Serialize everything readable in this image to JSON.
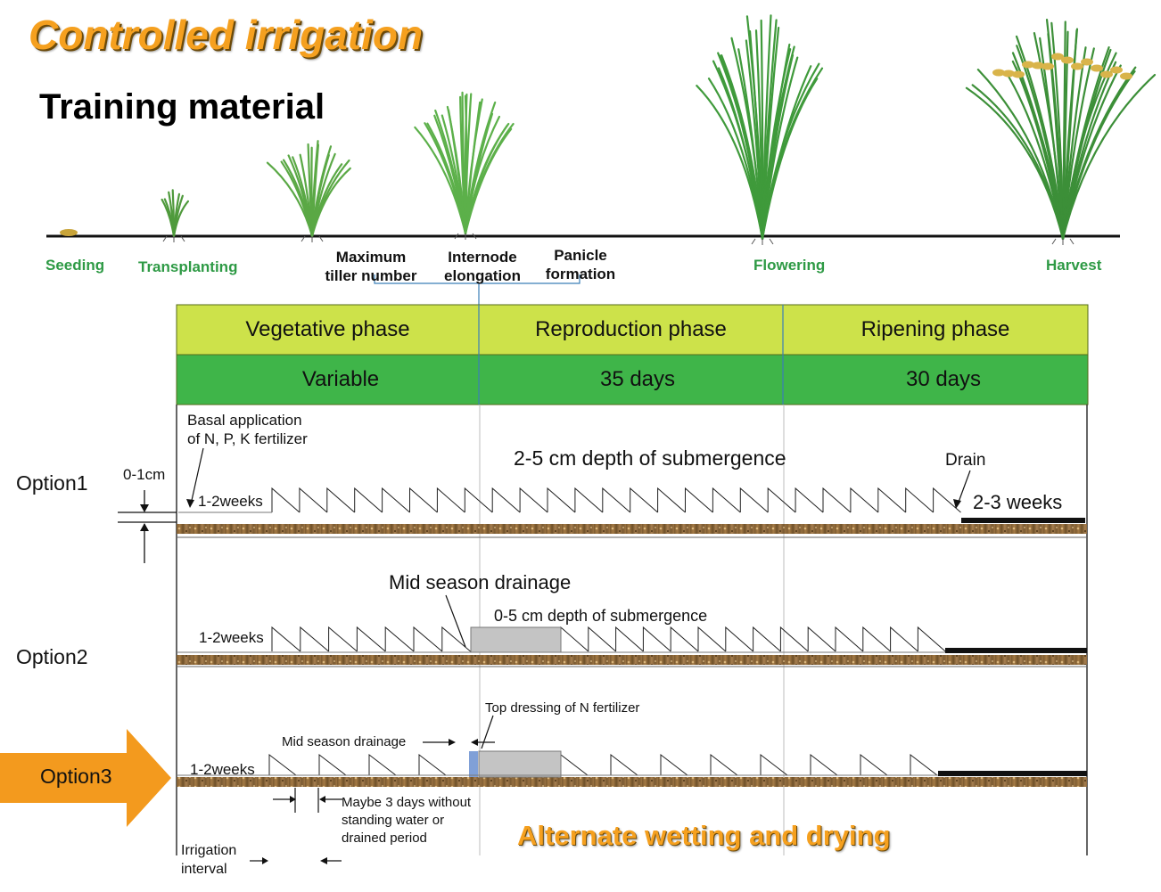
{
  "header": {
    "title": "Controlled irrigation",
    "subtitle": "Training material"
  },
  "growth_stages": {
    "seeding": "Seeding",
    "transplanting": "Transplanting",
    "max_tiller_line1": "Maximum",
    "max_tiller_line2": "tiller number",
    "internode_line1": "Internode",
    "internode_line2": "elongation",
    "panicle_line1": "Panicle",
    "panicle_line2": "formation",
    "flowering": "Flowering",
    "harvest": "Harvest"
  },
  "phases": [
    {
      "name": "Vegetative phase",
      "duration": "Variable"
    },
    {
      "name": "Reproduction phase",
      "duration": "35 days"
    },
    {
      "name": "Ripening phase",
      "duration": "30 days"
    }
  ],
  "option1": {
    "label": "Option1",
    "basal_line1": "Basal application",
    "basal_line2": "of N, P, K fertilizer",
    "depth_marker": "0-1cm",
    "initial_period": "1-2weeks",
    "submergence": "2-5 cm depth of submergence",
    "drain": "Drain",
    "drain_period": "2-3 weeks"
  },
  "option2": {
    "label": "Option2",
    "initial_period": "1-2weeks",
    "mid_season": "Mid season drainage",
    "submergence": "0-5 cm depth of submergence"
  },
  "option3": {
    "label": "Option3",
    "initial_period": "1-2weeks",
    "mid_season": "Mid season drainage",
    "top_dressing": "Top dressing of N fertilizer",
    "dry_line1": "Maybe 3 days without",
    "dry_line2": "standing water or",
    "dry_line3": "drained period",
    "irrigation_line1": "Irrigation",
    "irrigation_line2": "interval"
  },
  "footer": {
    "awd": "Alternate wetting and drying"
  },
  "colors": {
    "title_orange": "#f5a01f",
    "stage_green": "#2e9a45",
    "phase_row": "#cde24a",
    "duration_row": "#3fb549",
    "soil": "#8f6a3a",
    "arrow_orange": "#f39a1e"
  }
}
